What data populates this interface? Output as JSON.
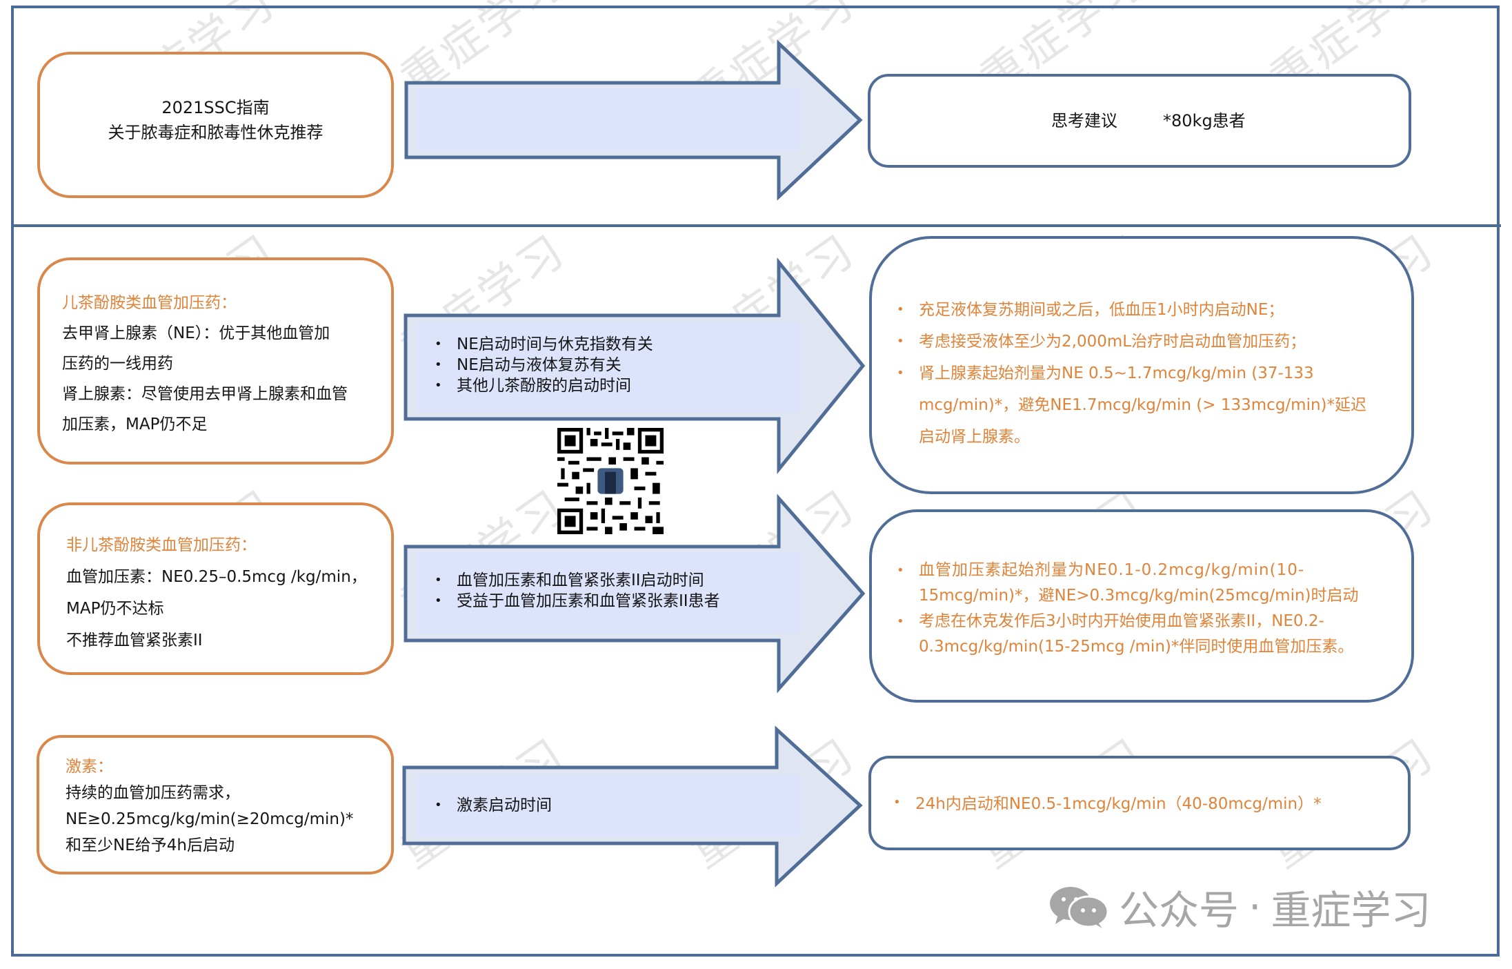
{
  "watermark": {
    "text": "重症学习"
  },
  "header": {
    "left_box": {
      "line1": "2021SSC指南",
      "line2": "关于脓毒症和脓毒性休克推荐"
    },
    "right_box": {
      "label": "思考建议",
      "note": "*80kg患者"
    }
  },
  "rows": [
    {
      "left": {
        "title": "儿茶酚胺类血管加压药：",
        "lines": [
          "去甲肾上腺素（NE）：优于其他血管加",
          "压药的一线用药",
          "肾上腺素：尽管使用去甲肾上腺素和血管",
          "加压素，MAP仍不足"
        ]
      },
      "arrow": {
        "bullets": [
          "NE启动时间与休克指数有关",
          "NE启动与液体复苏有关",
          "其他儿茶酚胺的启动时间"
        ]
      },
      "right": {
        "bullets": [
          "充足液体复苏期间或之后，低血压1小时内启动NE；",
          "考虑接受液体至少为2,000mL治疗时启动血管加压药；",
          "肾上腺素起始剂量为NE 0.5~1.7mcg/kg/min (37-133 mcg/min)*，避免NE1.7mcg/kg/min (> 133mcg/min)*延迟启动肾上腺素。"
        ],
        "bullet3_lines": [
          "肾上腺素起始剂量为NE 0.5~1.7mcg/kg/min (37-133",
          "mcg/min)*，避免NE1.7mcg/kg/min (> 133mcg/min)*延迟",
          "启动肾上腺素。"
        ]
      }
    },
    {
      "left": {
        "title": "非儿茶酚胺类血管加压药：",
        "lines": [
          "血管加压素：NE0.25–0.5mcg /kg/min，",
          "MAP仍不达标",
          "不推荐血管紧张素II"
        ]
      },
      "arrow": {
        "bullets": [
          "血管加压素和血管紧张素II启动时间",
          "受益于血管加压素和血管紧张素II患者"
        ]
      },
      "right": {
        "bullet1_lines": [
          "血管加压素起始剂量为NE0.1-0.2mcg/kg/min(10-",
          "15mcg/min)*，避NE>0.3mcg/kg/min(25mcg/min)时启动"
        ],
        "bullet2_lines": [
          "考虑在休克发作后3小时内开始使用血管紧张素II，NE0.2-",
          "0.3mcg/kg/min(15-25mcg /min)*伴同时使用血管加压素。"
        ]
      }
    },
    {
      "left": {
        "title": "激素：",
        "lines": [
          "持续的血管加压药需求，",
          "NE≥0.25mcg/kg/min(≥20mcg/min)*",
          "和至少NE给予4h后启动"
        ]
      },
      "arrow": {
        "bullets": [
          "激素启动时间"
        ]
      },
      "right": {
        "bullets": [
          "24h内启动和NE0.5-1mcg/kg/min（40-80mcg/min）*"
        ]
      }
    }
  ],
  "qr_code": {
    "icon": "qr-code-icon"
  },
  "footer": {
    "icon": "wechat-icon",
    "label": "公众号",
    "separator": "·",
    "account": "重症学习"
  },
  "colors": {
    "frame": "#4a6a98",
    "orange": "#e0843a",
    "orange_border": "#d9874a",
    "arrow_fill": "#dfe6f2",
    "arrow_inner": "#dde3fb"
  }
}
